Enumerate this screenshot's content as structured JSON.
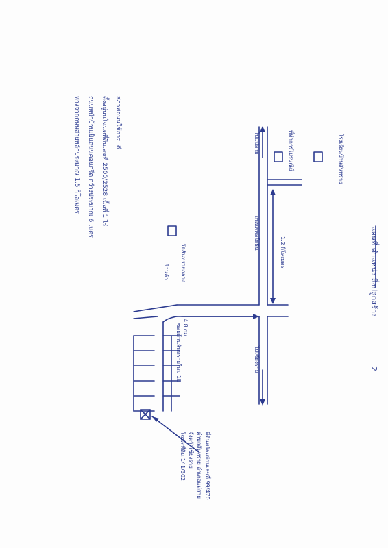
{
  "map": {
    "header": "แผนที่ ตำแหน่ง สิ่งปลูกสร้าง",
    "header_number": "2",
    "notes": [
      "สภาพถนนใช้การ: ดี",
      "ตั้งอยู่บนโฉนดที่ดินเลขที่ 2500/2528 เนื้อที่ 1 ไร่",
      "ถนนหน้าบ้านเป็นถนนคอนกรีต กว้างประมาณ 6 เมตร",
      "ห่างจากถนนสายหลักประมาณ 1.5 กิโลเมตร"
    ],
    "road_labels": {
      "main_road_upper_arrow": "ไปแม่สาย",
      "main_road_upper_name": "ถนนพหลโยธิน",
      "main_road_lower_arrow": "ไปเชียงราย",
      "main_road_distance": "1.2 กิโลเมตร",
      "side_road_distance": "4.8 กม.",
      "side_road_name": "ซอยบ้านสันทรายใหม่ 10"
    },
    "landmarks": {
      "top_right": "โรงเรียนบ้านสันทราย",
      "mid": "ที่ทำการไปรษณีย์",
      "left_building": "วัดสันทรายกลาง",
      "shop": "ร้านค้า"
    },
    "subject_note": [
      "ที่ดินพร้อมบ้านเลขที่ 99/470",
      "ตำบลสันทราย อำเภอแม่สาย",
      "จังหวัดเชียงราย",
      "โฉนดที่ดิน 141/302"
    ]
  }
}
